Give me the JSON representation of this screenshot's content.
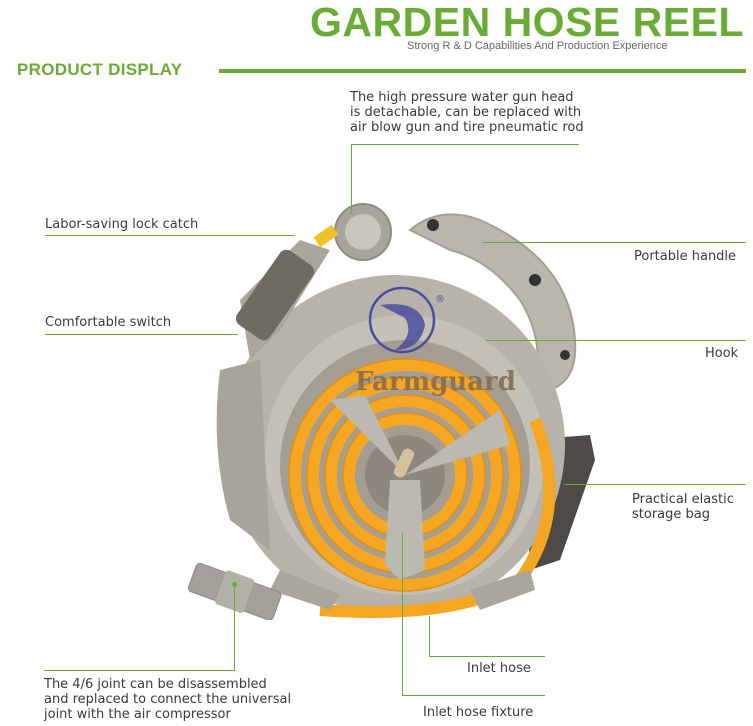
{
  "header": {
    "title": "GARDEN HOSE REEL",
    "subtitle": "Strong R & D Capabilities And Production Experience",
    "section_title": "PRODUCT DISPLAY"
  },
  "colors": {
    "accent_green": "#6aab35",
    "hose_orange": "#f5a623",
    "body_gray": "#b8b5ad",
    "logo_blue": "#4a4e9c"
  },
  "product": {
    "brand": "Farmguard",
    "registered_mark": "®"
  },
  "annotations": {
    "gun_head": [
      "The high pressure water gun head",
      "is detachable, can be replaced with",
      "air blow gun and tire pneumatic rod"
    ],
    "lock_catch": "Labor-saving lock catch",
    "switch": "Comfortable switch",
    "handle": "Portable handle",
    "hook": "Hook",
    "storage_bag": [
      "Practical elastic",
      "storage bag"
    ],
    "joint": [
      "The 4/6 joint can be disassembled",
      "and replaced to connect the universal",
      "joint with the air compressor"
    ],
    "inlet_hose": "Inlet hose",
    "inlet_fixture": "Inlet hose fixture"
  }
}
